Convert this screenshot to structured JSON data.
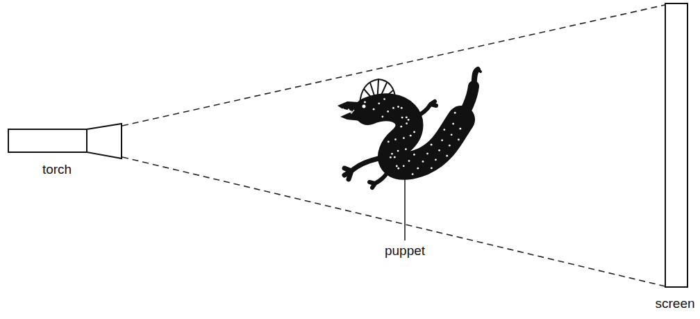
{
  "diagram": {
    "labels": [
      "torch",
      "puppet",
      "screen"
    ]
  }
}
